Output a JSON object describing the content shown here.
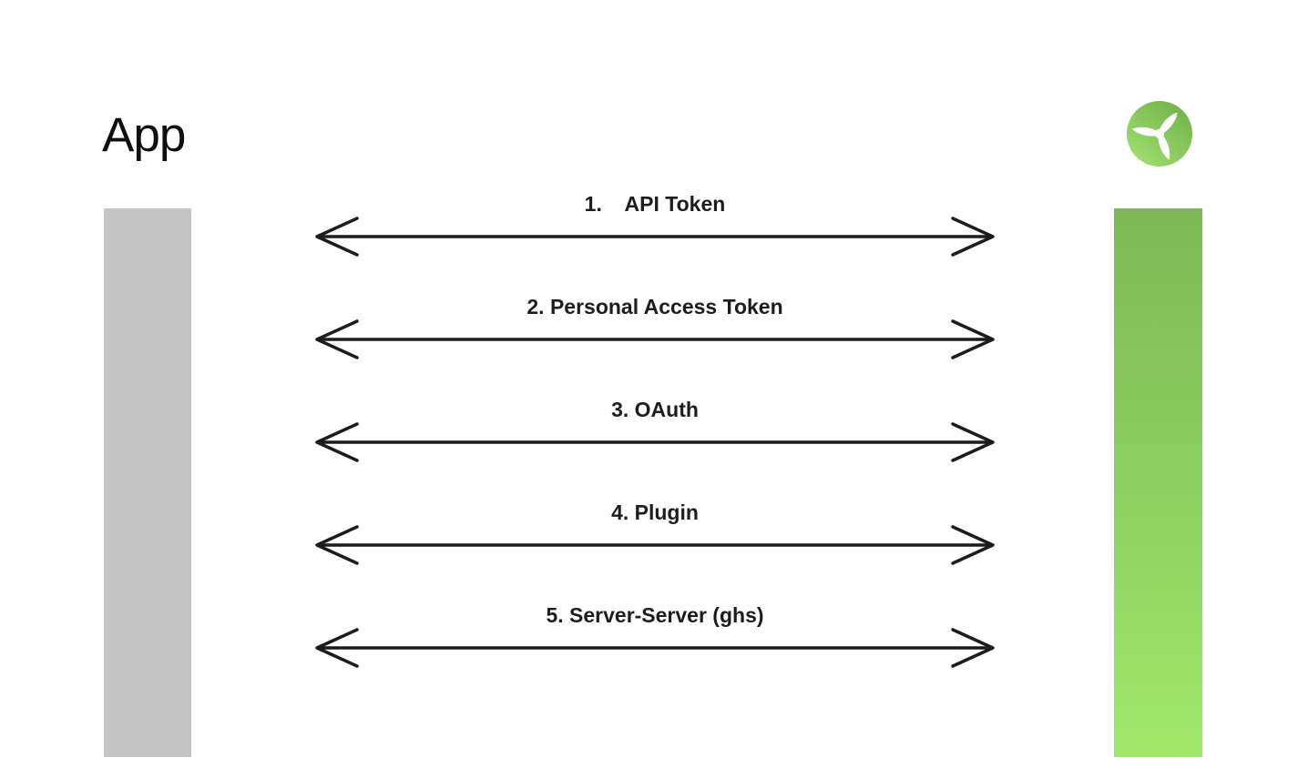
{
  "header": {
    "title": "App"
  },
  "logo": {
    "icon": "turbine-propeller-icon",
    "shape": "green circle with white three-blade propeller",
    "color_dark": "#74b34a",
    "color_light": "#9edf70",
    "blade_color": "#ffffff"
  },
  "lanes": {
    "left_bar_color": "#c5c5c5",
    "right_bar_color_top": "#7db855",
    "right_bar_color_bottom": "#a0e76b"
  },
  "arrow": {
    "style": "double-headed open chevron",
    "color": "#1c1c1c"
  },
  "connections": [
    {
      "label": "1.    API Token"
    },
    {
      "label": "2. Personal Access Token"
    },
    {
      "label": "3. OAuth"
    },
    {
      "label": "4. Plugin"
    },
    {
      "label": "5. Server-Server (ghs)"
    }
  ]
}
